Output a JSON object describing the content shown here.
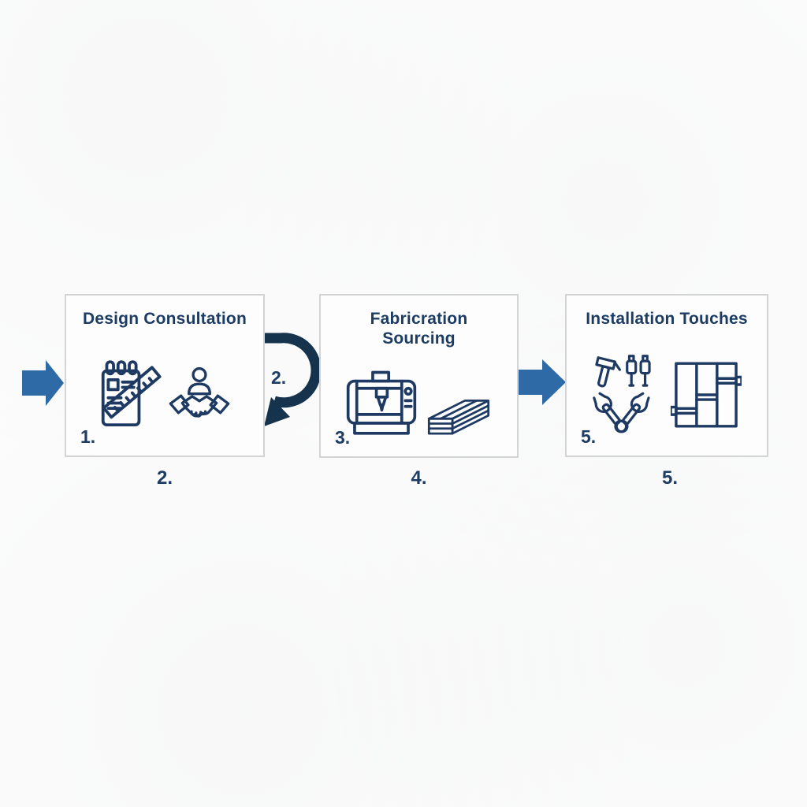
{
  "diagram": {
    "type": "process-flow",
    "palette": {
      "page_background": "#fcfcfc",
      "box_background": "#fdfdfe",
      "box_border": "#d2d3d5",
      "title_text": "#1c3c64",
      "number_text": "#1c3c64",
      "icon_stroke": "#1e3a62",
      "straight_arrow_blue": "#2d6aa6",
      "curved_arrow_navy": "#16334e"
    },
    "steps": [
      {
        "title": "Design Consultation",
        "inner_number": "1.",
        "below_number": "2.",
        "icons": [
          "notepad-ruler-icon",
          "handshake-person-icon"
        ]
      },
      {
        "title": "Fabricration\nSourcing",
        "inner_number": "3.",
        "below_number": "4.",
        "icons": [
          "cnc-machine-icon",
          "lumber-stack-icon"
        ]
      },
      {
        "title": "Installation Touches",
        "inner_number": "5.",
        "below_number": "5.",
        "icons": [
          "hand-tools-icon",
          "cabinet-icon"
        ]
      }
    ],
    "connectors": [
      {
        "name": "entry-arrow",
        "type": "straight-right-block-arrow",
        "label": ""
      },
      {
        "name": "loop-arrow",
        "type": "curved-clockwise-down-arrow",
        "label": "2."
      },
      {
        "name": "mid-arrow",
        "type": "straight-right-block-arrow",
        "label": ""
      }
    ]
  }
}
